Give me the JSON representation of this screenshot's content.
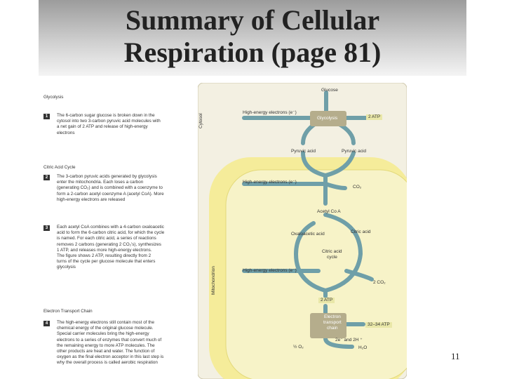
{
  "title": "Summary of Cellular Respiration (page 81)",
  "page_number": "11",
  "colors": {
    "cytosol": "#f3f0e2",
    "mitochondrion_outer": "#f5ec9a",
    "mitochondrion_inner": "#f7f3c8",
    "arrow": "#6f9fa8",
    "process_box": "#b5ad8c",
    "label_box": "#e9e7a8"
  },
  "sections": [
    {
      "heading": "Glycolysis",
      "number": "1",
      "text": [
        "The 6-carbon sugar glucose is broken down in the",
        "cytosol into two 3-carbon pyruvic acid molecules with",
        "a net gain of 2 ATP and release of high-energy",
        "electrons"
      ]
    },
    {
      "heading": "Citric Acid Cycle",
      "number": "2",
      "text": [
        "The 3-carbon pyruvic acids generated by glycolysis",
        "enter the mitochondria. Each loses a carbon",
        "(generating CO₂) and is combined with a coenzyme to",
        "form a 2-carbon acetyl coenzyme A (acetyl CoA). More",
        "high-energy electrons are released"
      ]
    },
    {
      "heading": "",
      "number": "3",
      "text": [
        "Each acetyl CoA combines with a 4-carbon oxaloacetic",
        "acid to form the 6-carbon citric acid, for which the cycle",
        "is named. For each citric acid, a series of reactions",
        "removes 2 carbons (generating 2 CO₂'s), synthesizes",
        "1 ATP, and releases more high-energy electrons.",
        "The figure shows 2   ATP, resulting directly from 2",
        "turns of the cycle per glucose molecule that enters",
        "glycolysis"
      ]
    },
    {
      "heading": "Electron Transport Chain",
      "number": "4",
      "text": [
        "The high-energy electrons still contain most of the",
        "chemical energy of the original glucose molecule.",
        "Special carrier molecules bring the high-energy",
        "electrons to a series of enzymes that convert much of",
        "the remaining energy to more ATP molecules. The",
        "other products are heat and water. The function of",
        "oxygen as the final electron acceptor in this last step is",
        "why the overall process is called aerobic respiration"
      ]
    }
  ],
  "diagram": {
    "glucose": "Glucose",
    "cytosol_label": "Cytosol",
    "mitochondrion_label": "Mitochondrion",
    "glycolysis_box": "Glycolysis",
    "electrons_1": "High-energy electrons (e⁻)",
    "atp_1": "2   ATP",
    "pyruvic_left": "Pyruvic acid",
    "pyruvic_right": "Pyruvic acid",
    "electrons_2": "High-energy electrons (e⁻)",
    "co2_1": "CO₂",
    "acetyl_coa": "Acetyl Co  A",
    "oxaloacetic": "Oxaloacetic acid",
    "citric_acid": "Citric acid",
    "citric_cycle": [
      "Citric acid",
      "cycle"
    ],
    "electrons_3": "High-energy electrons (e⁻)",
    "co2_2": "2 CO₂",
    "atp_2": "2   ATP",
    "etc_box": [
      "Electron",
      "transport",
      "chain"
    ],
    "atp_3": "32–34   ATP",
    "electrons_h": "2e⁻ and 2H ⁺",
    "oxygen": "½ O₂",
    "water": "H₂O"
  }
}
